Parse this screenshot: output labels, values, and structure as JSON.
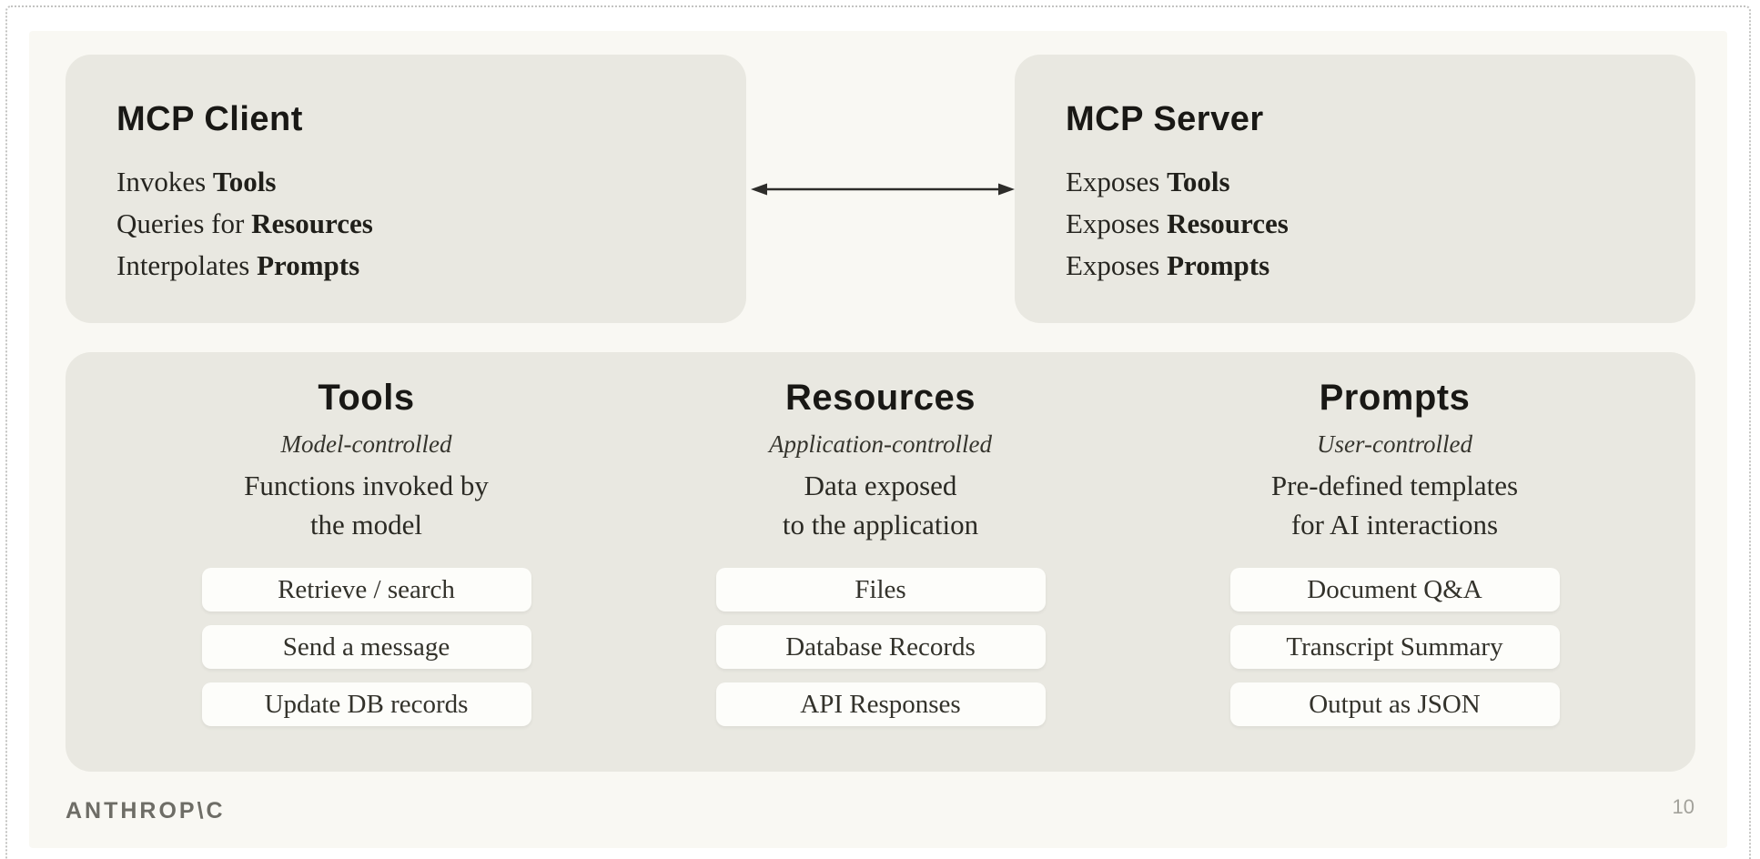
{
  "slide": {
    "client_box": {
      "title": "MCP Client",
      "lines": [
        {
          "pre": "Invokes ",
          "bold": "Tools"
        },
        {
          "pre": "Queries for ",
          "bold": "Resources"
        },
        {
          "pre": "Interpolates ",
          "bold": "Prompts"
        }
      ]
    },
    "server_box": {
      "title": "MCP Server",
      "lines": [
        {
          "pre": "Exposes ",
          "bold": "Tools"
        },
        {
          "pre": "Exposes ",
          "bold": "Resources"
        },
        {
          "pre": "Exposes ",
          "bold": "Prompts"
        }
      ]
    },
    "columns": [
      {
        "title": "Tools",
        "control": "Model-controlled",
        "desc": "Functions invoked by\nthe model",
        "buttons": [
          "Retrieve / search",
          "Send a message",
          "Update DB records"
        ]
      },
      {
        "title": "Resources",
        "control": "Application-controlled",
        "desc": "Data exposed\nto the application",
        "buttons": [
          "Files",
          "Database Records",
          "API Responses"
        ]
      },
      {
        "title": "Prompts",
        "control": "User-controlled",
        "desc": "Pre-defined templates\nfor AI interactions",
        "buttons": [
          "Document Q&A",
          "Transcript Summary",
          "Output as JSON"
        ]
      }
    ],
    "footer": {
      "logo": "ANTHROP\\C",
      "page_number": "10"
    }
  },
  "colors": {
    "slide_bg": "#f9f8f3",
    "card_bg": "#e9e8e1",
    "chip_bg": "#fdfdfa",
    "heading_text": "#191815",
    "body_text": "#262520",
    "arrow": "#2e2d2a",
    "logo_gray": "#6e6d66",
    "page_number_gray": "#a3a29b",
    "dotted_border": "#c3c3c1"
  }
}
